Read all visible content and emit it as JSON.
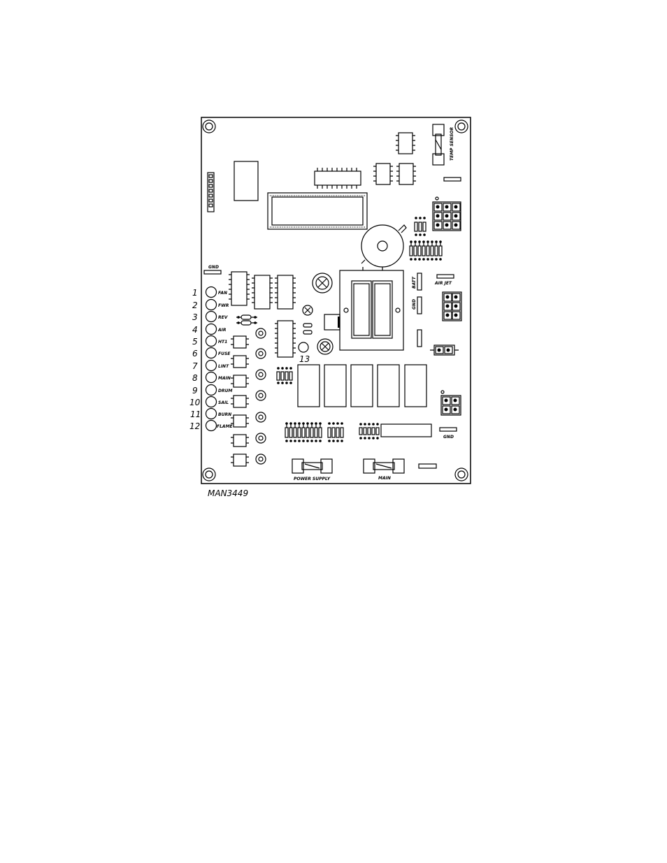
{
  "figure": {
    "caption": "MAN3449",
    "led_numbers": [
      "1",
      "2",
      "3",
      "4",
      "5",
      "6",
      "7",
      "8",
      "9",
      "10",
      "11",
      "12"
    ],
    "led_labels": [
      "FAN",
      "FWR",
      "REV",
      "AIR",
      "HT1",
      "FUSE",
      "LINT",
      "MAIN",
      "DRUM",
      "SAIL",
      "BURN",
      "FLAME"
    ],
    "led_13_number": "13",
    "labels": {
      "gnd_top": "GND",
      "gnd_right": "GND",
      "gnd_vertical": "GND",
      "batt": "BATT",
      "air_jet": "AIR JET",
      "temp_sensor": "TEMP SENSOR",
      "power_supply": "POWER SUPPLY",
      "main_fuse": "MAIN"
    }
  }
}
